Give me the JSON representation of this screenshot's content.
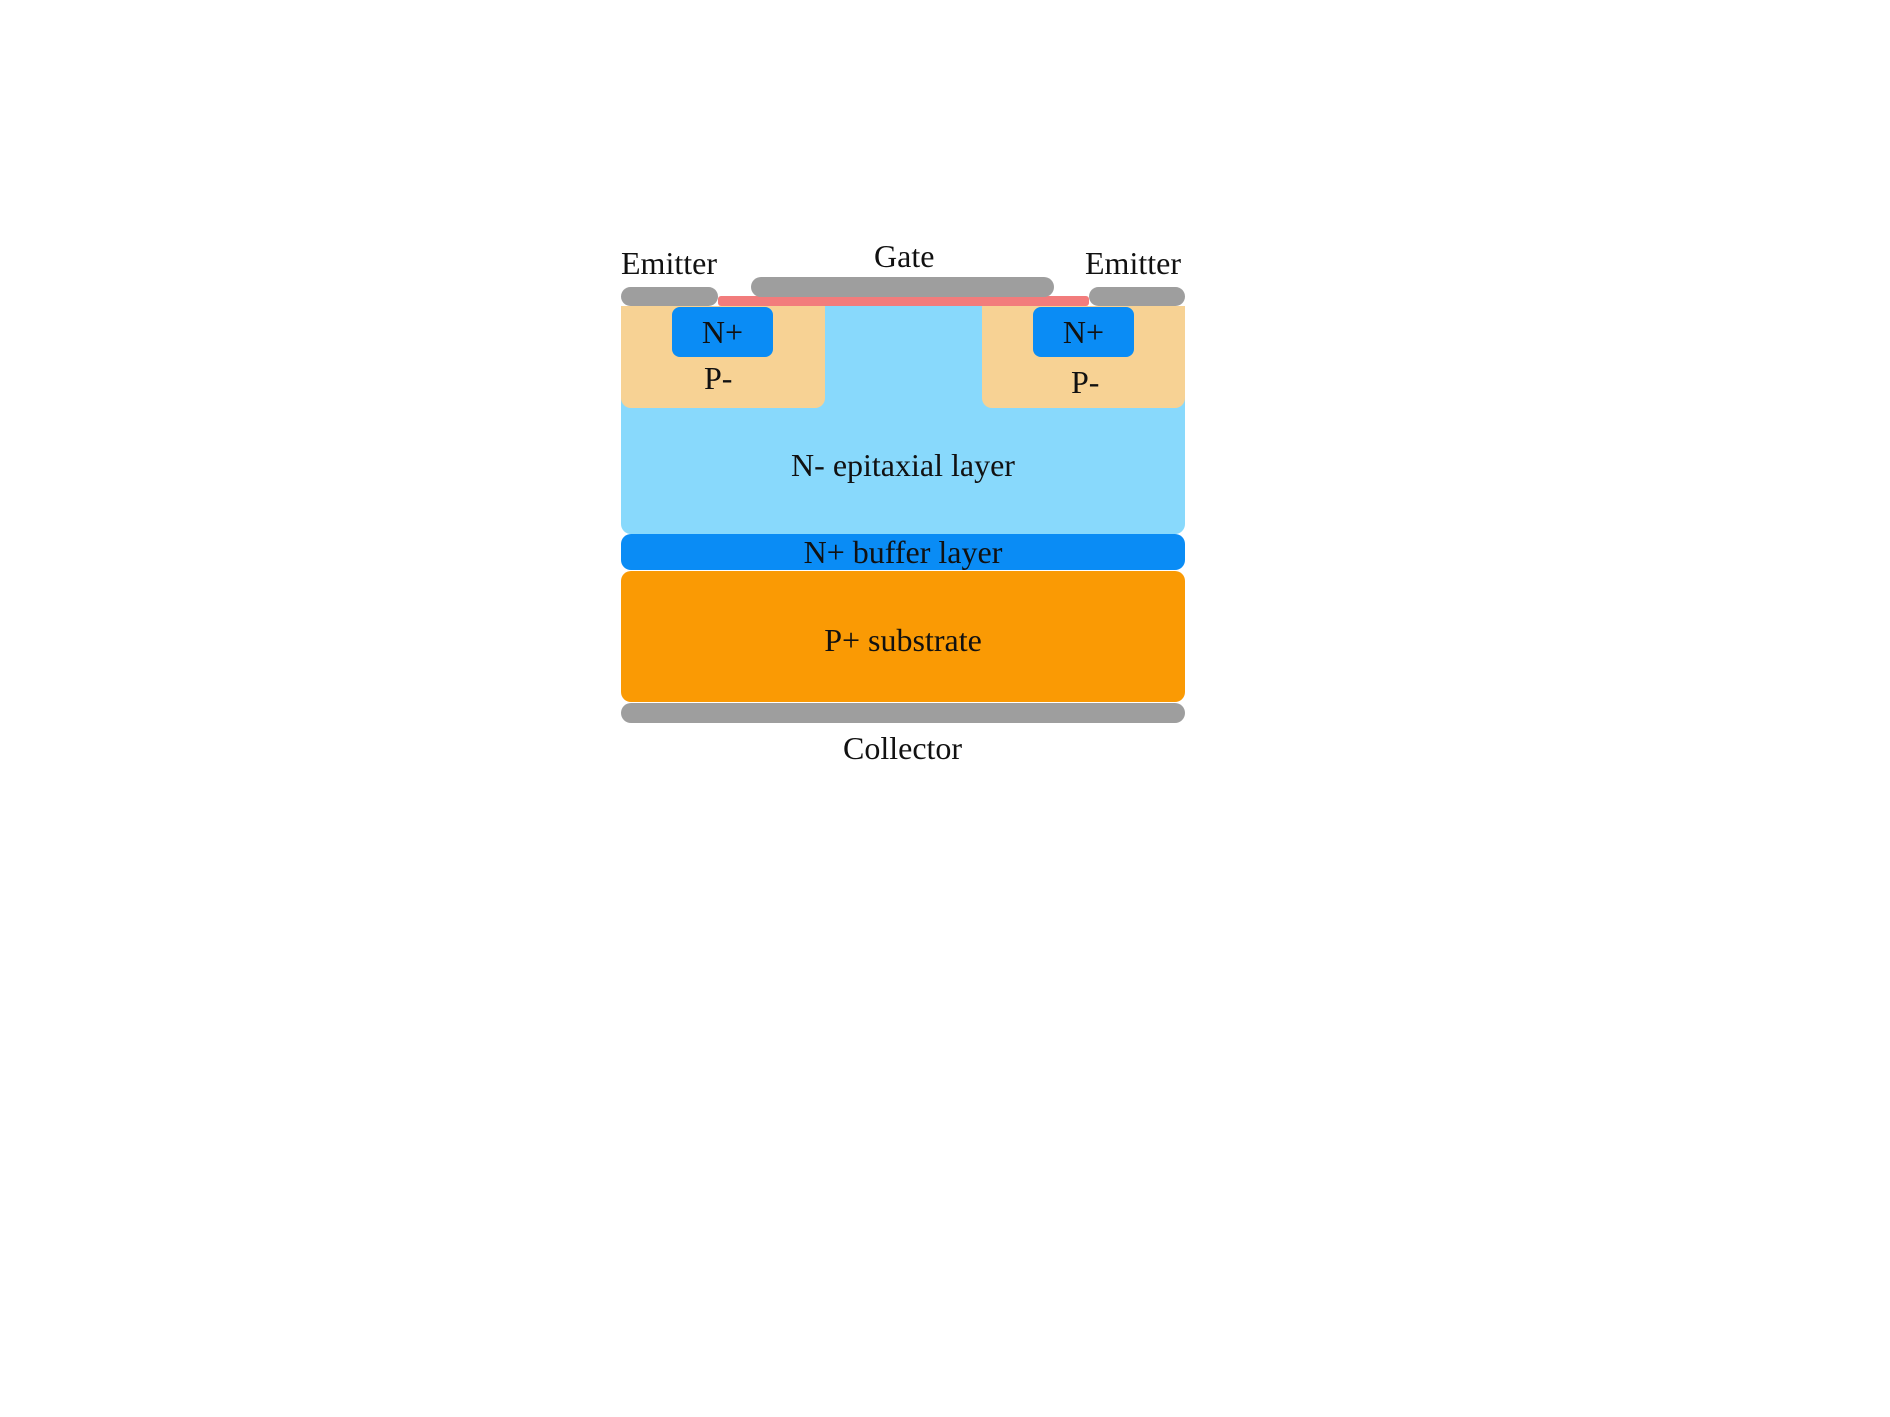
{
  "diagram": {
    "labels": {
      "emitter_left": "Emitter",
      "emitter_right": "Emitter",
      "gate": "Gate",
      "collector": "Collector",
      "n_plus_left": "N+",
      "n_plus_right": "N+",
      "p_minus_left": "P-",
      "p_minus_right": "P-",
      "n_epitaxial": "N- epitaxial layer",
      "n_buffer": "N+ buffer layer",
      "p_substrate": "P+ substrate"
    },
    "colors": {
      "metal": "#9e9e9e",
      "gate_oxide": "#f27c7c",
      "n_minus": "#88d9fc",
      "p_minus": "#f7d294",
      "n_plus": "#0a8cf5",
      "p_plus": "#fa9a04"
    }
  }
}
